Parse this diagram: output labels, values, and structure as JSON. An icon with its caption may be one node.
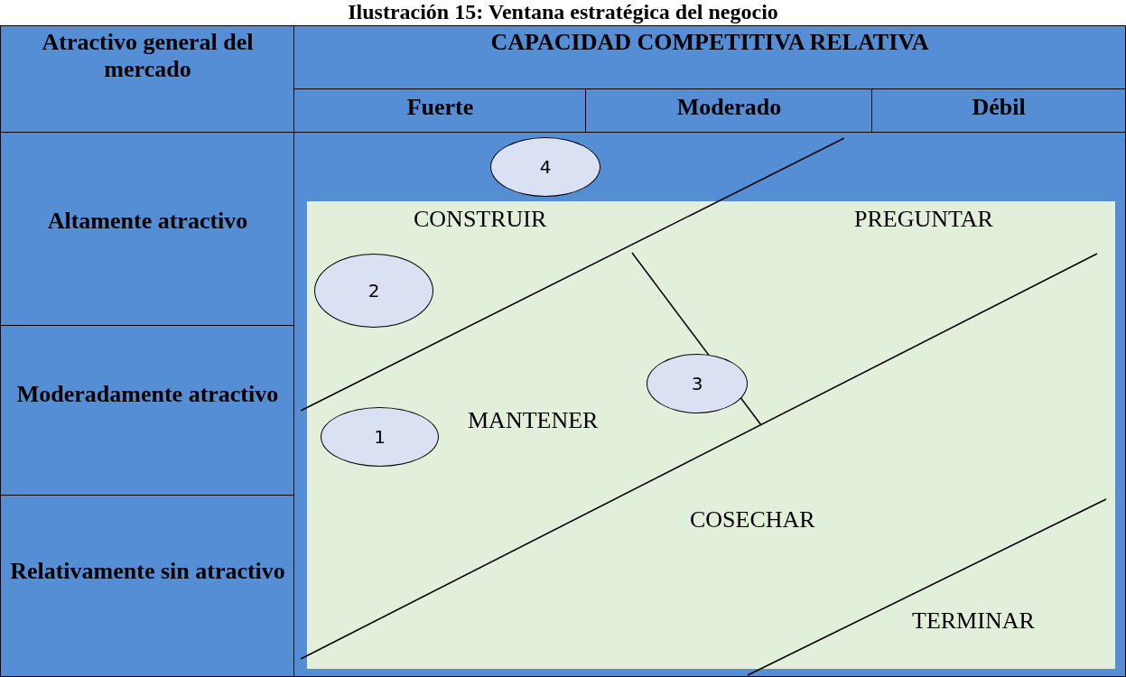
{
  "diagram": {
    "title": "Ilustración 15: Ventana estratégica del negocio",
    "nodes": [
      {
        "text": [
          "4"
        ]
      },
      {
        "text": [
          "2"
        ]
      },
      {
        "text": [
          "3"
        ]
      },
      {
        "text": [
          "1"
        ]
      }
    ],
    "labels": [
      "Atractivo general del mercado",
      "CAPACIDAD COMPETITIVA RELATIVA",
      "Fuerte",
      "Moderado",
      "Débil",
      "Altamente atractivo",
      "Moderadamente atractivo",
      "Relativamente sin atractivo",
      "CONSTRUIR",
      "PREGUNTAR",
      "MANTENER",
      "COSECHAR",
      "TERMINAR"
    ]
  }
}
